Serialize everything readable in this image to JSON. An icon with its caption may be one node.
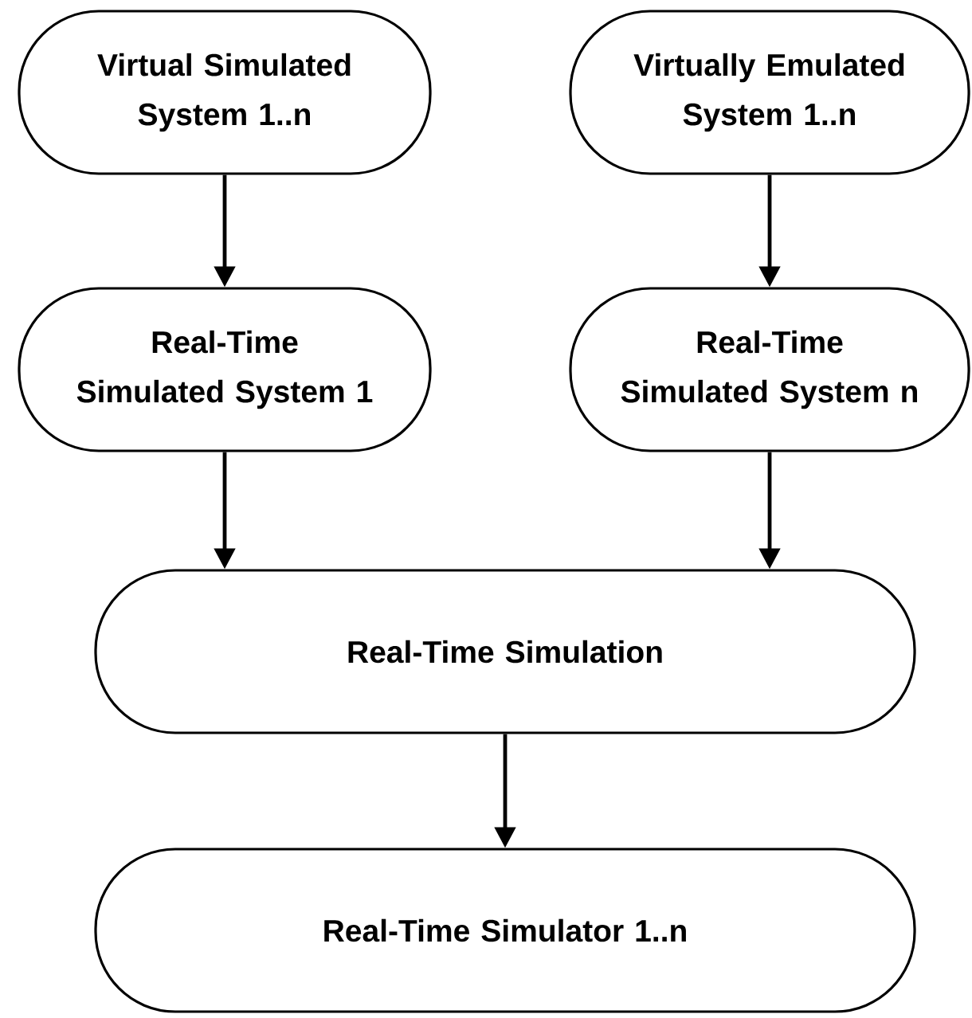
{
  "diagram": {
    "nodes": [
      {
        "text": [
          "Virtual Simulated System 1..n"
        ]
      },
      {
        "text": [
          "Virtually Emulated System 1..n"
        ]
      },
      {
        "text": [
          "Real-Time Simulated System 1"
        ]
      },
      {
        "text": [
          "Real-Time Simulated System n"
        ]
      },
      {
        "text": [
          "Real-Time Simulation"
        ]
      },
      {
        "text": [
          "Real-Time Simulator 1..n"
        ]
      }
    ],
    "edges": [
      {
        "from": 0,
        "to": 2,
        "arrow": "to"
      },
      {
        "from": 1,
        "to": 3,
        "arrow": "to"
      },
      {
        "from": 2,
        "to": 4,
        "arrow": "to"
      },
      {
        "from": 3,
        "to": 4,
        "arrow": "to"
      },
      {
        "from": 4,
        "to": 5,
        "arrow": "to"
      }
    ]
  }
}
